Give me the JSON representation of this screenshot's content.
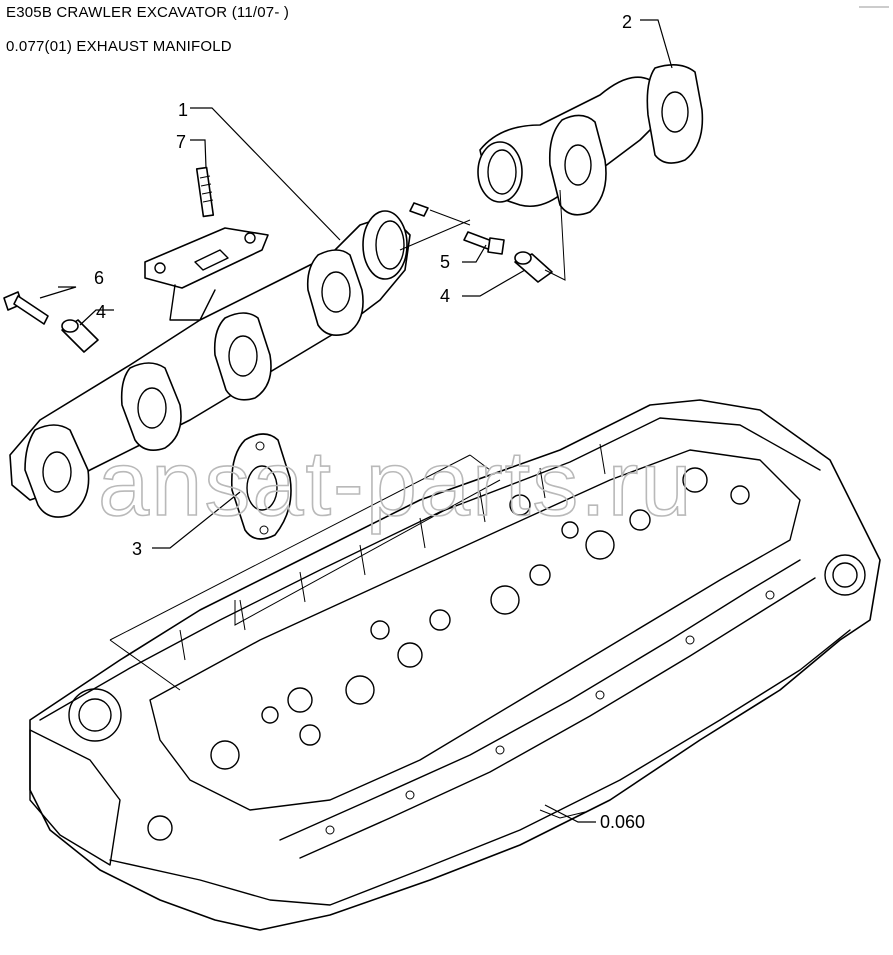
{
  "header": {
    "model": "E305B CRAWLER EXCAVATOR (11/07- )",
    "section": "0.077(01) EXHAUST MANIFOLD"
  },
  "watermark": "ansat-parts.ru",
  "callouts": {
    "c1": "1",
    "c2": "2",
    "c3": "3",
    "c4a": "4",
    "c4b": "4",
    "c5": "5",
    "c6": "6",
    "c7": "7",
    "ref": "0.060"
  },
  "colors": {
    "line": "#000000",
    "watermark": "#b9b9b9",
    "background": "#ffffff"
  }
}
